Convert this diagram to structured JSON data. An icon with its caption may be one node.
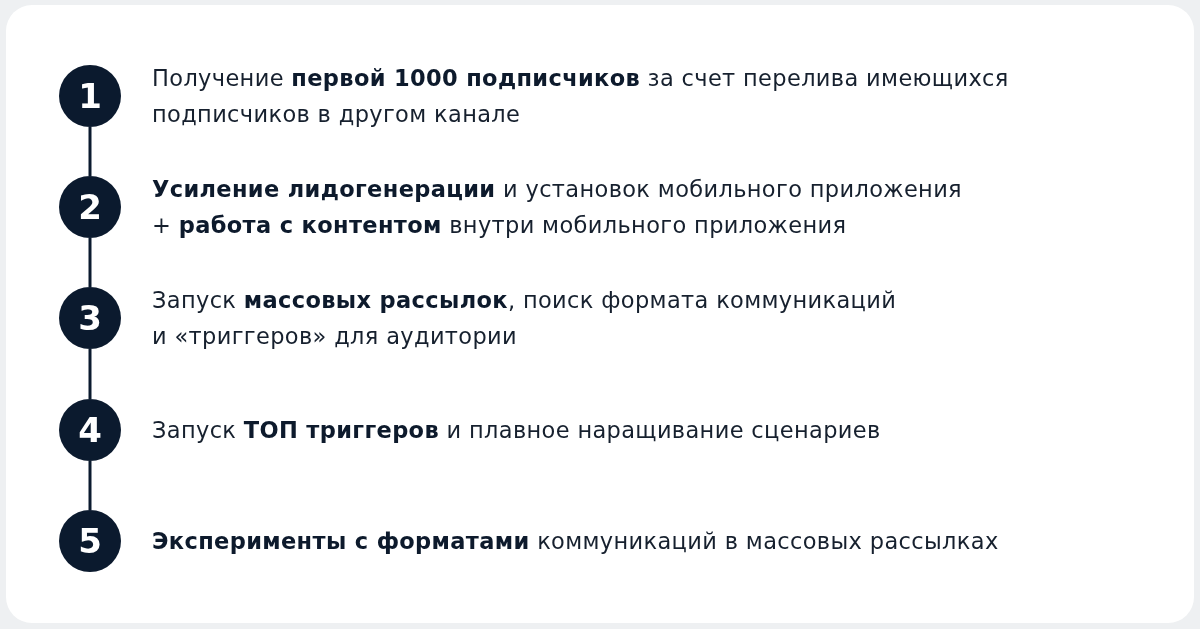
{
  "diagram": {
    "nodes": [
      {
        "text": [
          "1"
        ],
        "beside": [
          "Получение **первой 1000 подписчиков** за счет перелива имеющихся подписчиков в другом канале"
        ]
      },
      {
        "text": [
          "2"
        ],
        "beside": [
          "**Усиление лидогенерации** и установок мобильного приложения + **работа с контентом** внутри мобильного приложения"
        ]
      },
      {
        "text": [
          "3"
        ],
        "beside": [
          "Запуск **массовых рассылок**, поиск формата коммуникаций и «триггеров» для аудитории"
        ]
      },
      {
        "text": [
          "4"
        ],
        "beside": [
          "Запуск **ТОП триггеров** и плавное наращивание сценариев"
        ]
      },
      {
        "text": [
          "5"
        ],
        "beside": [
          "**Эксперименты с форматами** коммуникаций в массовых рассылках"
        ]
      }
    ],
    "edges": [
      {
        "from": 0,
        "to": 1,
        "arrow": "none"
      },
      {
        "from": 1,
        "to": 2,
        "arrow": "none"
      },
      {
        "from": 2,
        "to": 3,
        "arrow": "none"
      },
      {
        "from": 3,
        "to": 4,
        "arrow": "none"
      }
    ]
  }
}
